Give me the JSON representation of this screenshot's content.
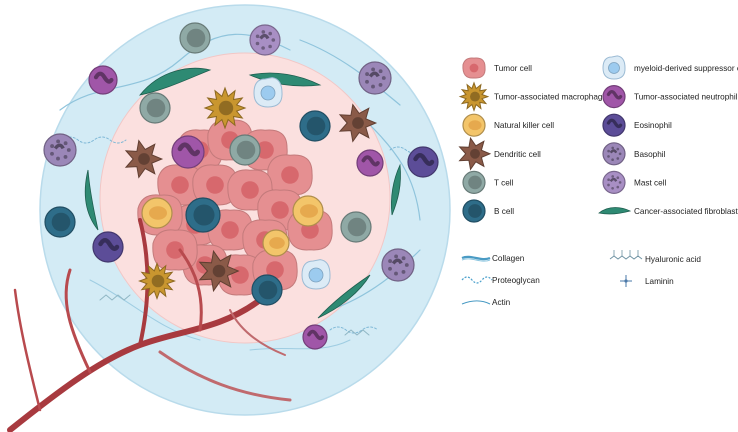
{
  "legend": {
    "cells_left": [
      {
        "key": "tumor",
        "label": "Tumor cell",
        "icon": "tumor-cell-icon"
      },
      {
        "key": "tam",
        "label": "Tumor-associated macrophage",
        "icon": "macrophage-icon"
      },
      {
        "key": "nk",
        "label": "Natural killer cell",
        "icon": "nk-cell-icon"
      },
      {
        "key": "dc",
        "label": "Dendritic cell",
        "icon": "dendritic-cell-icon"
      },
      {
        "key": "tcell",
        "label": "T cell",
        "icon": "t-cell-icon"
      },
      {
        "key": "bcell",
        "label": "B cell",
        "icon": "b-cell-icon"
      }
    ],
    "cells_right": [
      {
        "key": "mdsc",
        "label": "myeloid-derived suppressor cell",
        "icon": "mdsc-icon"
      },
      {
        "key": "tan",
        "label": "Tumor-associated neutrophil",
        "icon": "neutrophil-icon"
      },
      {
        "key": "eos",
        "label": "Eosinophil",
        "icon": "eosinophil-icon"
      },
      {
        "key": "baso",
        "label": "Basophil",
        "icon": "basophil-icon"
      },
      {
        "key": "mast",
        "label": "Mast cell",
        "icon": "mast-cell-icon"
      },
      {
        "key": "caf",
        "label": "Cancer-associated fibroblast",
        "icon": "fibroblast-icon"
      }
    ],
    "ecm_left": [
      {
        "key": "collagen",
        "label": "Collagen",
        "icon": "collagen-icon"
      },
      {
        "key": "proteoglycan",
        "label": "Proteoglycan",
        "icon": "proteoglycan-icon"
      },
      {
        "key": "actin",
        "label": "Actin",
        "icon": "actin-icon"
      }
    ],
    "ecm_right": [
      {
        "key": "hyaluronic",
        "label": "Hyaluronic acid",
        "icon": "hyaluronic-acid-icon"
      },
      {
        "key": "laminin",
        "label": "Laminin",
        "icon": "laminin-icon"
      }
    ]
  },
  "colors": {
    "outer_zone": "#d3ebf5",
    "inner_zone": "#fbe0df",
    "tumor": "#e58f91",
    "tumor_nucleus": "#d7686d",
    "macrophage": "#c9962f",
    "nk": "#f3c56a",
    "dendritic": "#8a5a48",
    "tcell": "#8fa9a5",
    "bcell": "#2e6d89",
    "mdsc": "#9ccbef",
    "neutrophil": "#a056a8",
    "eosinophil": "#5c4d98",
    "basophil": "#9b87b8",
    "mast": "#a88fc4",
    "fibroblast": "#2e8a73",
    "vessel": "#a83a3f"
  }
}
